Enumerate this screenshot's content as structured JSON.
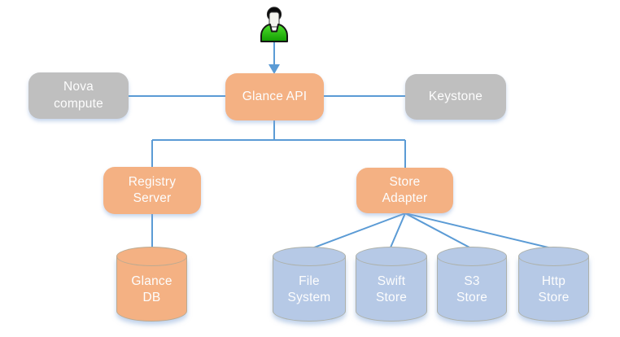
{
  "diagram": {
    "description": "OpenStack Glance architecture diagram",
    "colors": {
      "node_orange": "#F4B183",
      "node_gray": "#BFBFBF",
      "store_blue": "#B6C9E6",
      "connector_blue": "#5B9BD5",
      "label_text": "#FDFDFD",
      "user_icon_green": "#2FBE12"
    }
  },
  "nodes": {
    "user": {
      "icon": "person-icon",
      "label": ""
    },
    "nova_compute": {
      "label": "Nova\ncompute",
      "shape": "rounded-box",
      "color": "#BFBFBF"
    },
    "glance_api": {
      "label": "Glance API",
      "shape": "rounded-box",
      "color": "#F4B183"
    },
    "keystone": {
      "label": "Keystone",
      "shape": "rounded-box",
      "color": "#BFBFBF"
    },
    "registry_server": {
      "label": "Registry\nServer",
      "shape": "rounded-box",
      "color": "#F4B183"
    },
    "store_adapter": {
      "label": "Store\nAdapter",
      "shape": "rounded-box",
      "color": "#F4B183"
    },
    "glance_db": {
      "label": "Glance\nDB",
      "shape": "cylinder",
      "color": "#F4B183"
    },
    "file_system": {
      "label": "File\nSystem",
      "shape": "cylinder",
      "color": "#B6C9E6"
    },
    "swift_store": {
      "label": "Swift\nStore",
      "shape": "cylinder",
      "color": "#B6C9E6"
    },
    "s3_store": {
      "label": "S3\nStore",
      "shape": "cylinder",
      "color": "#B6C9E6"
    },
    "http_store": {
      "label": "Http\nStore",
      "shape": "cylinder",
      "color": "#B6C9E6"
    }
  },
  "edges": [
    {
      "from": "user",
      "to": "glance_api",
      "style": "arrow"
    },
    {
      "from": "nova_compute",
      "to": "glance_api",
      "style": "line"
    },
    {
      "from": "glance_api",
      "to": "keystone",
      "style": "line"
    },
    {
      "from": "glance_api",
      "to": "registry_server",
      "style": "line"
    },
    {
      "from": "glance_api",
      "to": "store_adapter",
      "style": "line"
    },
    {
      "from": "registry_server",
      "to": "glance_db",
      "style": "line"
    },
    {
      "from": "store_adapter",
      "to": "file_system",
      "style": "line"
    },
    {
      "from": "store_adapter",
      "to": "swift_store",
      "style": "line"
    },
    {
      "from": "store_adapter",
      "to": "s3_store",
      "style": "line"
    },
    {
      "from": "store_adapter",
      "to": "http_store",
      "style": "line"
    }
  ]
}
